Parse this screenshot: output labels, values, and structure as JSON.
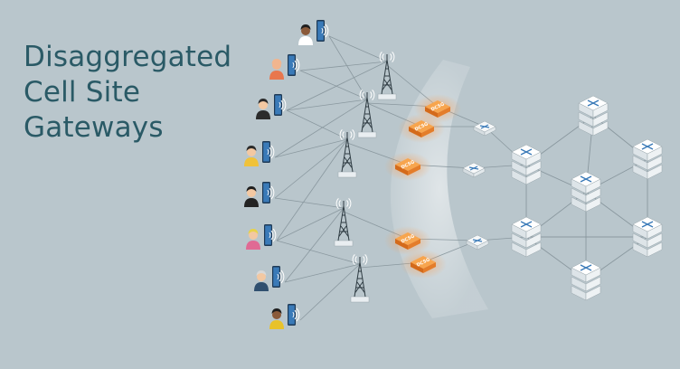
{
  "title": {
    "lines": [
      "Disaggregated",
      "Cell Site",
      "Gateways"
    ]
  },
  "gateway_label": "DCSG",
  "colors": {
    "background": "#b9c6cc",
    "title": "#2a5a66",
    "gateway": "#f08a2c",
    "server": "#eef2f4",
    "line": "#8a989f",
    "phone": "#3a7ab8"
  },
  "diagram": {
    "users": [
      {
        "skin": "#8a5a3a",
        "hair": "#1e1e1e",
        "shirt": "#ffffff"
      },
      {
        "skin": "#f1b58e",
        "hair": "#f1b58e",
        "shirt": "#e8774e"
      },
      {
        "skin": "#f3c8a2",
        "hair": "#2a2a2a",
        "shirt": "#2b2b2b"
      },
      {
        "skin": "#f3c8a2",
        "hair": "#2a2a2a",
        "shirt": "#f0c23a"
      },
      {
        "skin": "#f3c8a2",
        "hair": "#1e1e1e",
        "shirt": "#232323"
      },
      {
        "skin": "#f3c8a2",
        "hair": "#e8d24a",
        "shirt": "#e06a94"
      },
      {
        "skin": "#f3c8a2",
        "hair": "#d8d8d8",
        "shirt": "#2f4f6f"
      },
      {
        "skin": "#8a5a3a",
        "hair": "#1e1e1e",
        "shirt": "#e8c22a"
      }
    ]
  }
}
